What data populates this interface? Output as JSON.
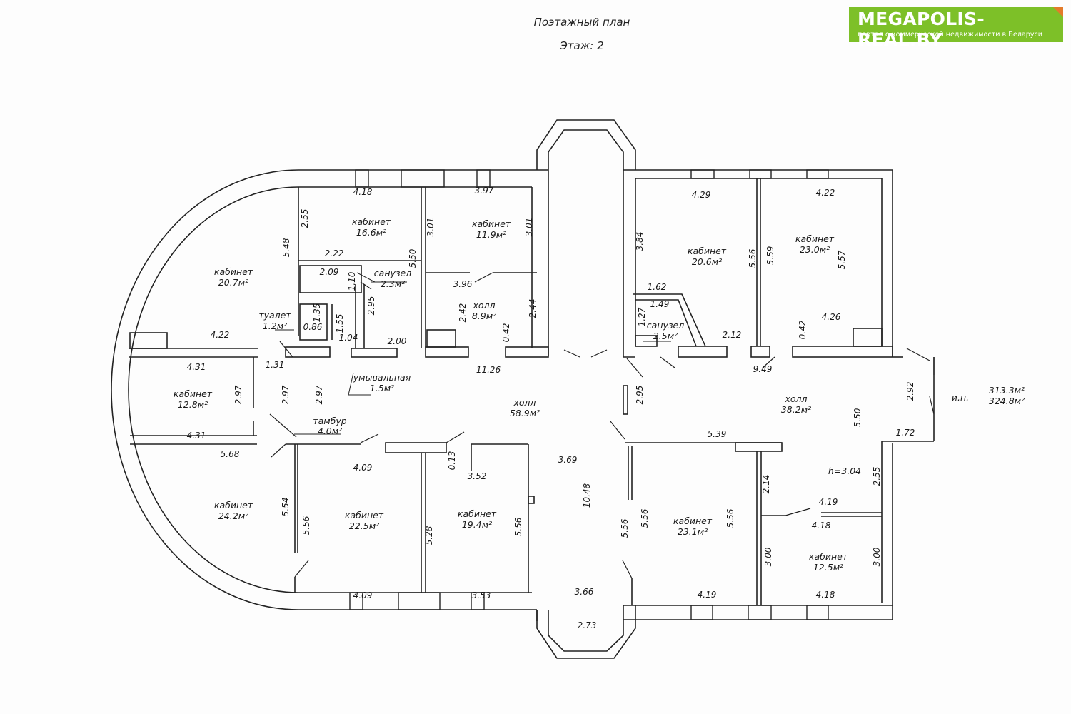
{
  "header": {
    "title": "Поэтажный план",
    "floor": "Этаж: 2"
  },
  "brand": {
    "name": "MEGAPOLIS-REAL.BY",
    "tagline": "портал о коммерческой недвижимости в Беларуси",
    "color": "#7dc028",
    "accent": "#e37b2a"
  },
  "rooms": {
    "k207": [
      "кабинет",
      "20.7м²"
    ],
    "k166": [
      "кабинет",
      "16.6м²"
    ],
    "k119": [
      "кабинет",
      "11.9м²"
    ],
    "k206": [
      "кабинет",
      "20.6м²"
    ],
    "k230": [
      "кабинет",
      "23.0м²"
    ],
    "s23": [
      "санузел",
      "2.3м²"
    ],
    "s25": [
      "санузел",
      "2.5м²"
    ],
    "t12": [
      "туалет",
      "1.2м²"
    ],
    "h89": [
      "холл",
      "8.9м²"
    ],
    "u15": [
      "умывальная",
      "1.5м²"
    ],
    "k128": [
      "кабинет",
      "12.8м²"
    ],
    "tm40": [
      "тамбур",
      "4.0м²"
    ],
    "h589": [
      "холл",
      "58.9м²"
    ],
    "h382": [
      "холл",
      "38.2м²"
    ],
    "k242": [
      "кабинет",
      "24.2м²"
    ],
    "k225": [
      "кабинет",
      "22.5м²"
    ],
    "k194": [
      "кабинет",
      "19.4м²"
    ],
    "k231": [
      "кабинет",
      "23.1м²"
    ],
    "k125": [
      "кабинет",
      "12.5м²"
    ]
  },
  "totals": {
    "label": "и.п.",
    "area1": "313.3м²",
    "area2": "324.8м²",
    "height": "h=3.04"
  },
  "dims": [
    "4.18",
    "3.97",
    "4.29",
    "4.22",
    "2.55",
    "5.48",
    "3.01",
    "5.50",
    "3.01",
    "3.84",
    "5.56",
    "5.59",
    "5.57",
    "2.22",
    "2.09",
    "1.10",
    "3.96",
    "1.62",
    "1.49",
    "1.27",
    "2.95",
    "1.35",
    "1.55",
    "0.86",
    "2.42",
    "2.44",
    "4.22",
    "1.04",
    "2.00",
    "0.42",
    "2.12",
    "0.42",
    "4.26",
    "1.31",
    "4.31",
    "11.26",
    "9.49",
    "2.97",
    "2.97",
    "2.97",
    "2.95",
    "2.92",
    "4.31",
    "5.68",
    "5.39",
    "1.72",
    "4.09",
    "0.13",
    "3.52",
    "3.69",
    "2.14",
    "2.55",
    "4.19",
    "4.18",
    "5.54",
    "5.56",
    "5.28",
    "5.56",
    "10.48",
    "5.56",
    "5.56",
    "5.56",
    "3.00",
    "3.00",
    "4.09",
    "3.53",
    "3.66",
    "4.19",
    "4.18",
    "2.73"
  ]
}
